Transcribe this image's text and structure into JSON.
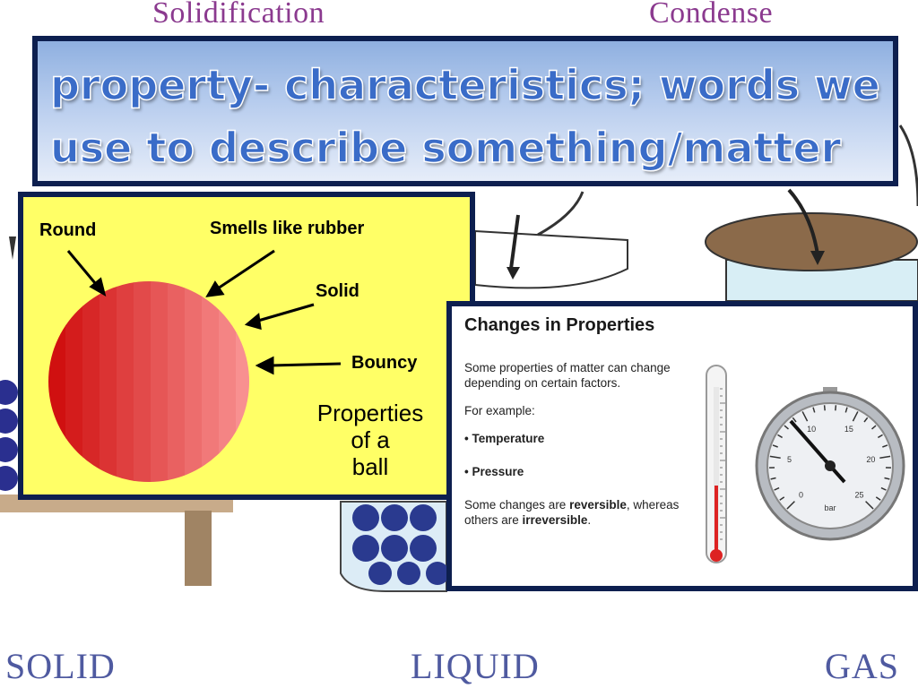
{
  "background": {
    "top_labels": [
      "Solidification",
      "Condense"
    ],
    "state_labels": [
      "SOLID",
      "LIQUID",
      "GAS"
    ]
  },
  "title": {
    "line1": "property- characteristics; words we",
    "line2": "use to describe something/matter"
  },
  "ball_panel": {
    "labels": {
      "round": "Round",
      "smells": "Smells like rubber",
      "solid": "Solid",
      "bouncy": "Bouncy"
    },
    "caption": [
      "Properties",
      "of a",
      "ball"
    ],
    "colors": {
      "panel": "#ffff66",
      "ball_dark": "#d01010",
      "ball_light": "#f89090"
    }
  },
  "changes_panel": {
    "title": "Changes in Properties",
    "intro": "Some properties of matter can change depending on certain factors.",
    "example_label": "For example:",
    "bullets": [
      "Temperature",
      "Pressure"
    ],
    "outro_pre": "Some changes are ",
    "outro_rev": "reversible",
    "outro_mid": ", whereas others are ",
    "outro_irr": "irreversible",
    "outro_end": ".",
    "gauge": {
      "ticks": [
        "0",
        "5",
        "10",
        "15",
        "20",
        "25"
      ],
      "unit": "bar",
      "icons": [
        "thermometer-icon",
        "pressure-gauge-icon"
      ]
    }
  }
}
